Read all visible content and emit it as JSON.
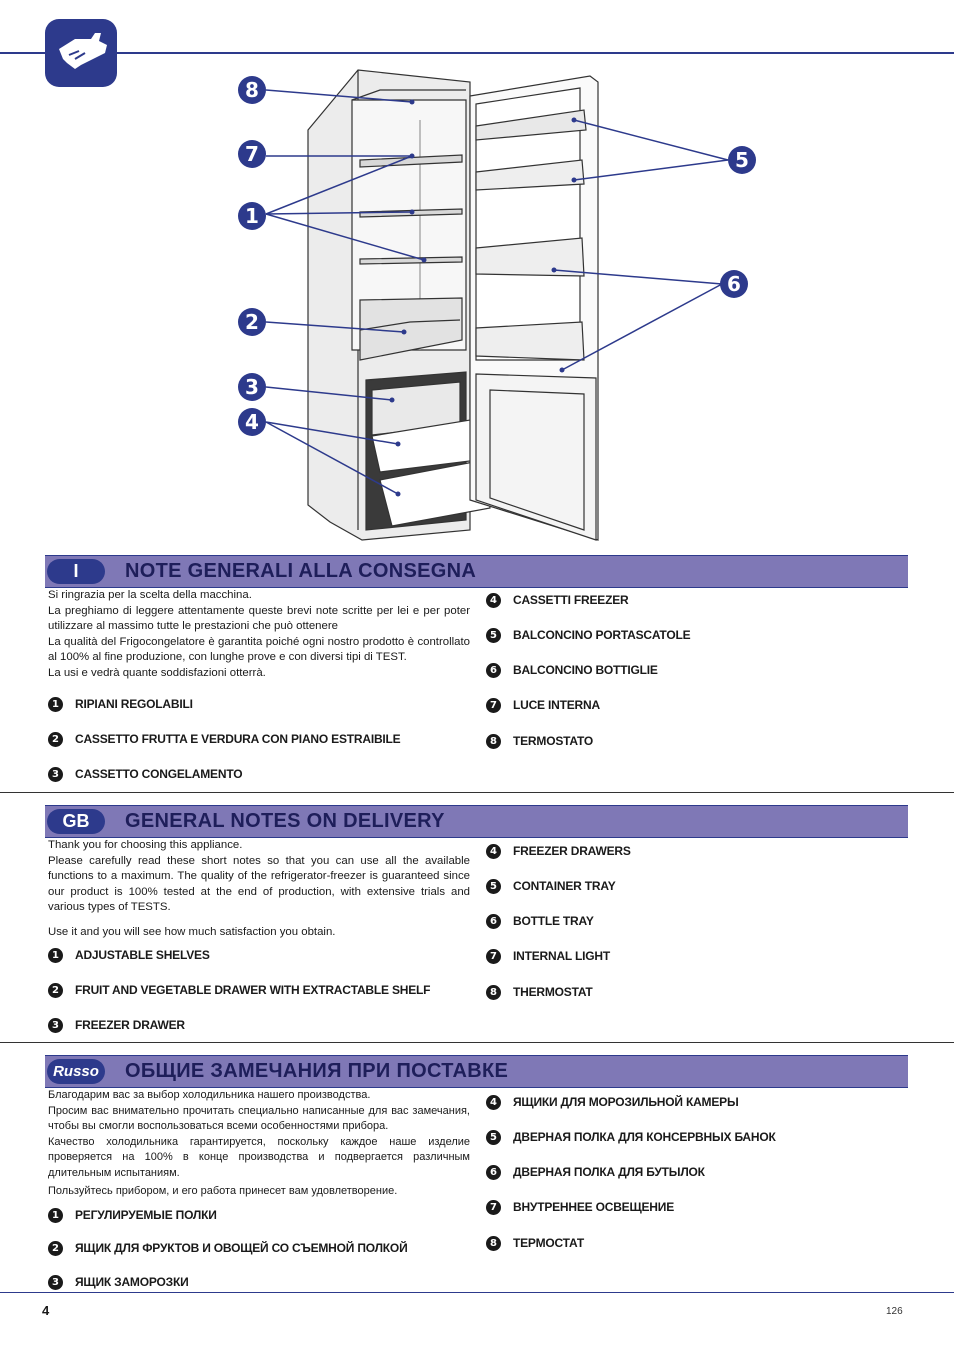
{
  "colors": {
    "brand": "#2d3a8c",
    "band": "#7f78b6",
    "text": "#1a1a1a"
  },
  "icons": {
    "logo": "hand-pointer-icon"
  },
  "diagram": {
    "callouts": [
      "1",
      "2",
      "3",
      "4",
      "5",
      "6",
      "7",
      "8"
    ]
  },
  "sections": [
    {
      "lang_badge": "I",
      "title": "NOTE GENERALI ALLA CONSEGNA",
      "intro": [
        "Si ringrazia per la scelta della macchina.",
        "La preghiamo di leggere attentamente queste brevi note scritte per lei e per poter utilizzare al massimo tutte le prestazioni che può ottenere",
        "La qualità del Frigocongelatore è garantita poiché ogni nostro prodotto è controllato al 100% al fine produzione, con lunghe prove e con diversi tipi di TEST.",
        "La usi e vedrà quante soddisfazioni otterrà."
      ],
      "left_items": [
        {
          "n": "1",
          "label": "RIPIANI REGOLABILI"
        },
        {
          "n": "2",
          "label": "CASSETTO FRUTTA E VERDURA CON PIANO ESTRAIBILE"
        },
        {
          "n": "3",
          "label": "CASSETTO CONGELAMENTO"
        }
      ],
      "right_items": [
        {
          "n": "4",
          "label": "CASSETTI FREEZER"
        },
        {
          "n": "5",
          "label": "BALCONCINO PORTASCATOLE"
        },
        {
          "n": "6",
          "label": "BALCONCINO BOTTIGLIE"
        },
        {
          "n": "7",
          "label": "LUCE INTERNA"
        },
        {
          "n": "8",
          "label": "TERMOSTATO"
        }
      ]
    },
    {
      "lang_badge": "GB",
      "title": "GENERAL NOTES ON DELIVERY",
      "intro": [
        "Thank you for choosing this appliance.",
        "Please carefully read these short notes so that you can use all the available functions to a maximum. The quality of the refrigerator-freezer is guaranteed since our product is 100% tested at the end of production, with extensive trials and various types of TESTS.",
        "Use it and you will see how much satisfaction you obtain."
      ],
      "left_items": [
        {
          "n": "1",
          "label": "ADJUSTABLE SHELVES"
        },
        {
          "n": "2",
          "label": "FRUIT AND VEGETABLE DRAWER WITH EXTRACTABLE SHELF"
        },
        {
          "n": "3",
          "label": "FREEZER DRAWER"
        }
      ],
      "right_items": [
        {
          "n": "4",
          "label": "FREEZER DRAWERS"
        },
        {
          "n": "5",
          "label": "CONTAINER TRAY"
        },
        {
          "n": "6",
          "label": "BOTTLE TRAY"
        },
        {
          "n": "7",
          "label": "INTERNAL LIGHT"
        },
        {
          "n": "8",
          "label": "THERMOSTAT"
        }
      ]
    },
    {
      "lang_badge": "Russo",
      "title": "ОБЩИЕ ЗАМЕЧАНИЯ ПРИ ПОСТАВКЕ",
      "intro": [
        "Благодарим вас за выбор холодильника нашего производства.",
        "Просим вас внимательно прочитать специально написанные для вас замечания, чтобы вы смогли воспользоваться всеми особенностями прибора.",
        "Качество холодильника гарантируется, поскольку каждое наше изделие проверяется на 100% в конце производства и подвергается различным длительным испытаниям.",
        "Пользуйтесь прибором, и его работа принесет вам удовлетворение."
      ],
      "left_items": [
        {
          "n": "1",
          "label": "РЕГУЛИРУЕМЫЕ ПОЛКИ"
        },
        {
          "n": "2",
          "label": "ЯЩИК ДЛЯ ФРУКТОВ И ОВОЩЕЙ СО СЪЕМНОЙ ПОЛКОЙ"
        },
        {
          "n": "3",
          "label": "ЯЩИК ЗАМОРОЗКИ"
        }
      ],
      "right_items": [
        {
          "n": "4",
          "label": "ЯЩИКИ ДЛЯ МОРОЗИЛЬНОЙ КАМЕРЫ"
        },
        {
          "n": "5",
          "label": "ДВЕРНАЯ ПОЛКА ДЛЯ КОНСЕРВНЫХ БАНОК"
        },
        {
          "n": "6",
          "label": "ДВЕРНАЯ ПОЛКА ДЛЯ БУТЫЛОК"
        },
        {
          "n": "7",
          "label": "ВНУТРЕННЕЕ ОСВЕЩЕНИЕ"
        },
        {
          "n": "8",
          "label": "ТЕРМОСТАТ"
        }
      ]
    }
  ],
  "footer": {
    "page_number": "4",
    "doc_code": "126"
  }
}
